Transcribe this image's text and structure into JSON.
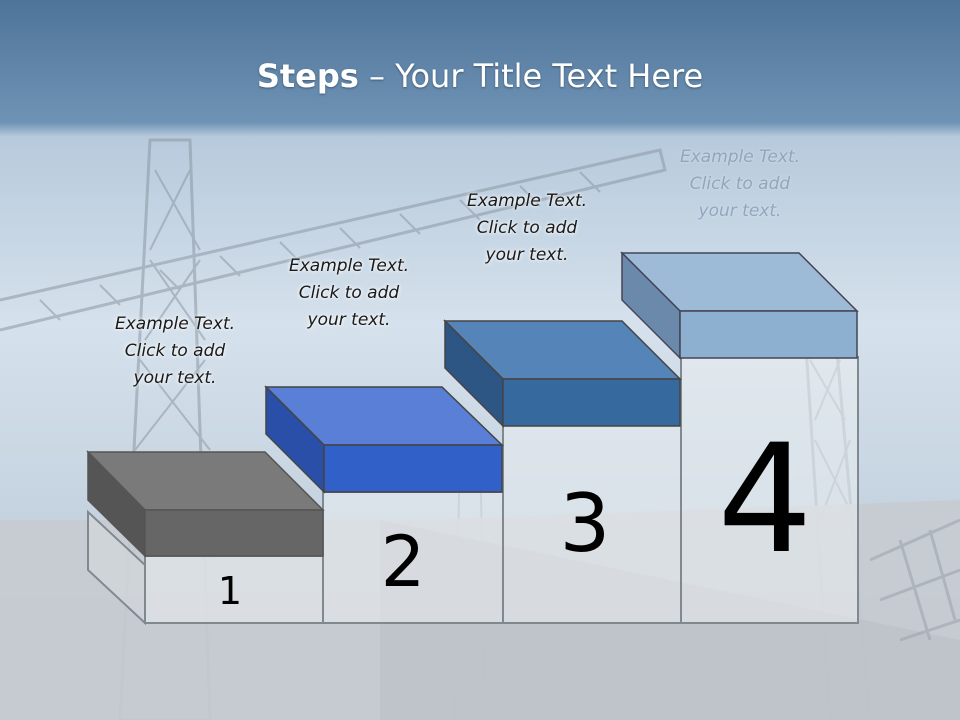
{
  "title": {
    "bold": "Steps",
    "rest": " – Your Title Text Here"
  },
  "steps": [
    {
      "number": "1",
      "text": [
        "Example Text.",
        "Click  to add",
        "your text."
      ],
      "top_color": "#7a7a7a",
      "front_color": "#666666",
      "side_color": "#555555"
    },
    {
      "number": "2",
      "text": [
        "Example Text.",
        "Click  to add",
        "your text."
      ],
      "top_color": "#5a7fd6",
      "front_color": "#3060c8",
      "side_color": "#2a4fa8"
    },
    {
      "number": "3",
      "text": [
        "Example Text.",
        "Click  to add",
        "your text."
      ],
      "top_color": "#5585b8",
      "front_color": "#36699e",
      "side_color": "#2d5685"
    },
    {
      "number": "4",
      "text": [
        "Example Text.",
        "Click  to add",
        "your text."
      ],
      "top_color": "#9dbad6",
      "front_color": "#8eb0d0",
      "side_color": "#6b8aab"
    }
  ],
  "colors": {
    "header_band": "#5f87ad",
    "sky": "#cbd9e6",
    "ground": "#c2c7cc"
  }
}
